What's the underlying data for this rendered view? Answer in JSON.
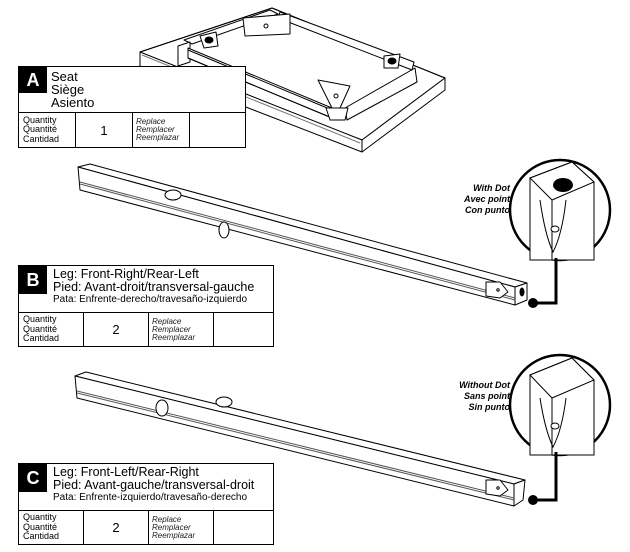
{
  "parts": [
    {
      "letter": "A",
      "names": [
        "Seat",
        "Siège",
        "Asiento"
      ],
      "quantity_labels": [
        "Quantity",
        "Quantité",
        "Cantidad"
      ],
      "quantity": "1",
      "replace_labels": [
        "Replace",
        "Remplacer",
        "Reemplazar"
      ]
    },
    {
      "letter": "B",
      "names": [
        "Leg: Front-Right/Rear-Left",
        "Pied: Avant-droit/transversal-gauche",
        "Pata: Enfrente-derecho/travesaño-izquierdo"
      ],
      "quantity_labels": [
        "Quantity",
        "Quantité",
        "Cantidad"
      ],
      "quantity": "2",
      "replace_labels": [
        "Replace",
        "Remplacer",
        "Reemplazar"
      ]
    },
    {
      "letter": "C",
      "names": [
        "Leg: Front-Left/Rear-Right",
        "Pied: Avant-gauche/transversal-droit",
        "Pata: Enfrente-izquierdo/travesaño-derecho"
      ],
      "quantity_labels": [
        "Quantity",
        "Quantité",
        "Cantidad"
      ],
      "quantity": "2",
      "replace_labels": [
        "Replace",
        "Remplacer",
        "Reemplazar"
      ]
    }
  ],
  "callouts": {
    "with_dot": [
      "With Dot",
      "Avec point",
      "Con punto"
    ],
    "without_dot": [
      "Without Dot",
      "Sans point",
      "Sin punto"
    ]
  }
}
